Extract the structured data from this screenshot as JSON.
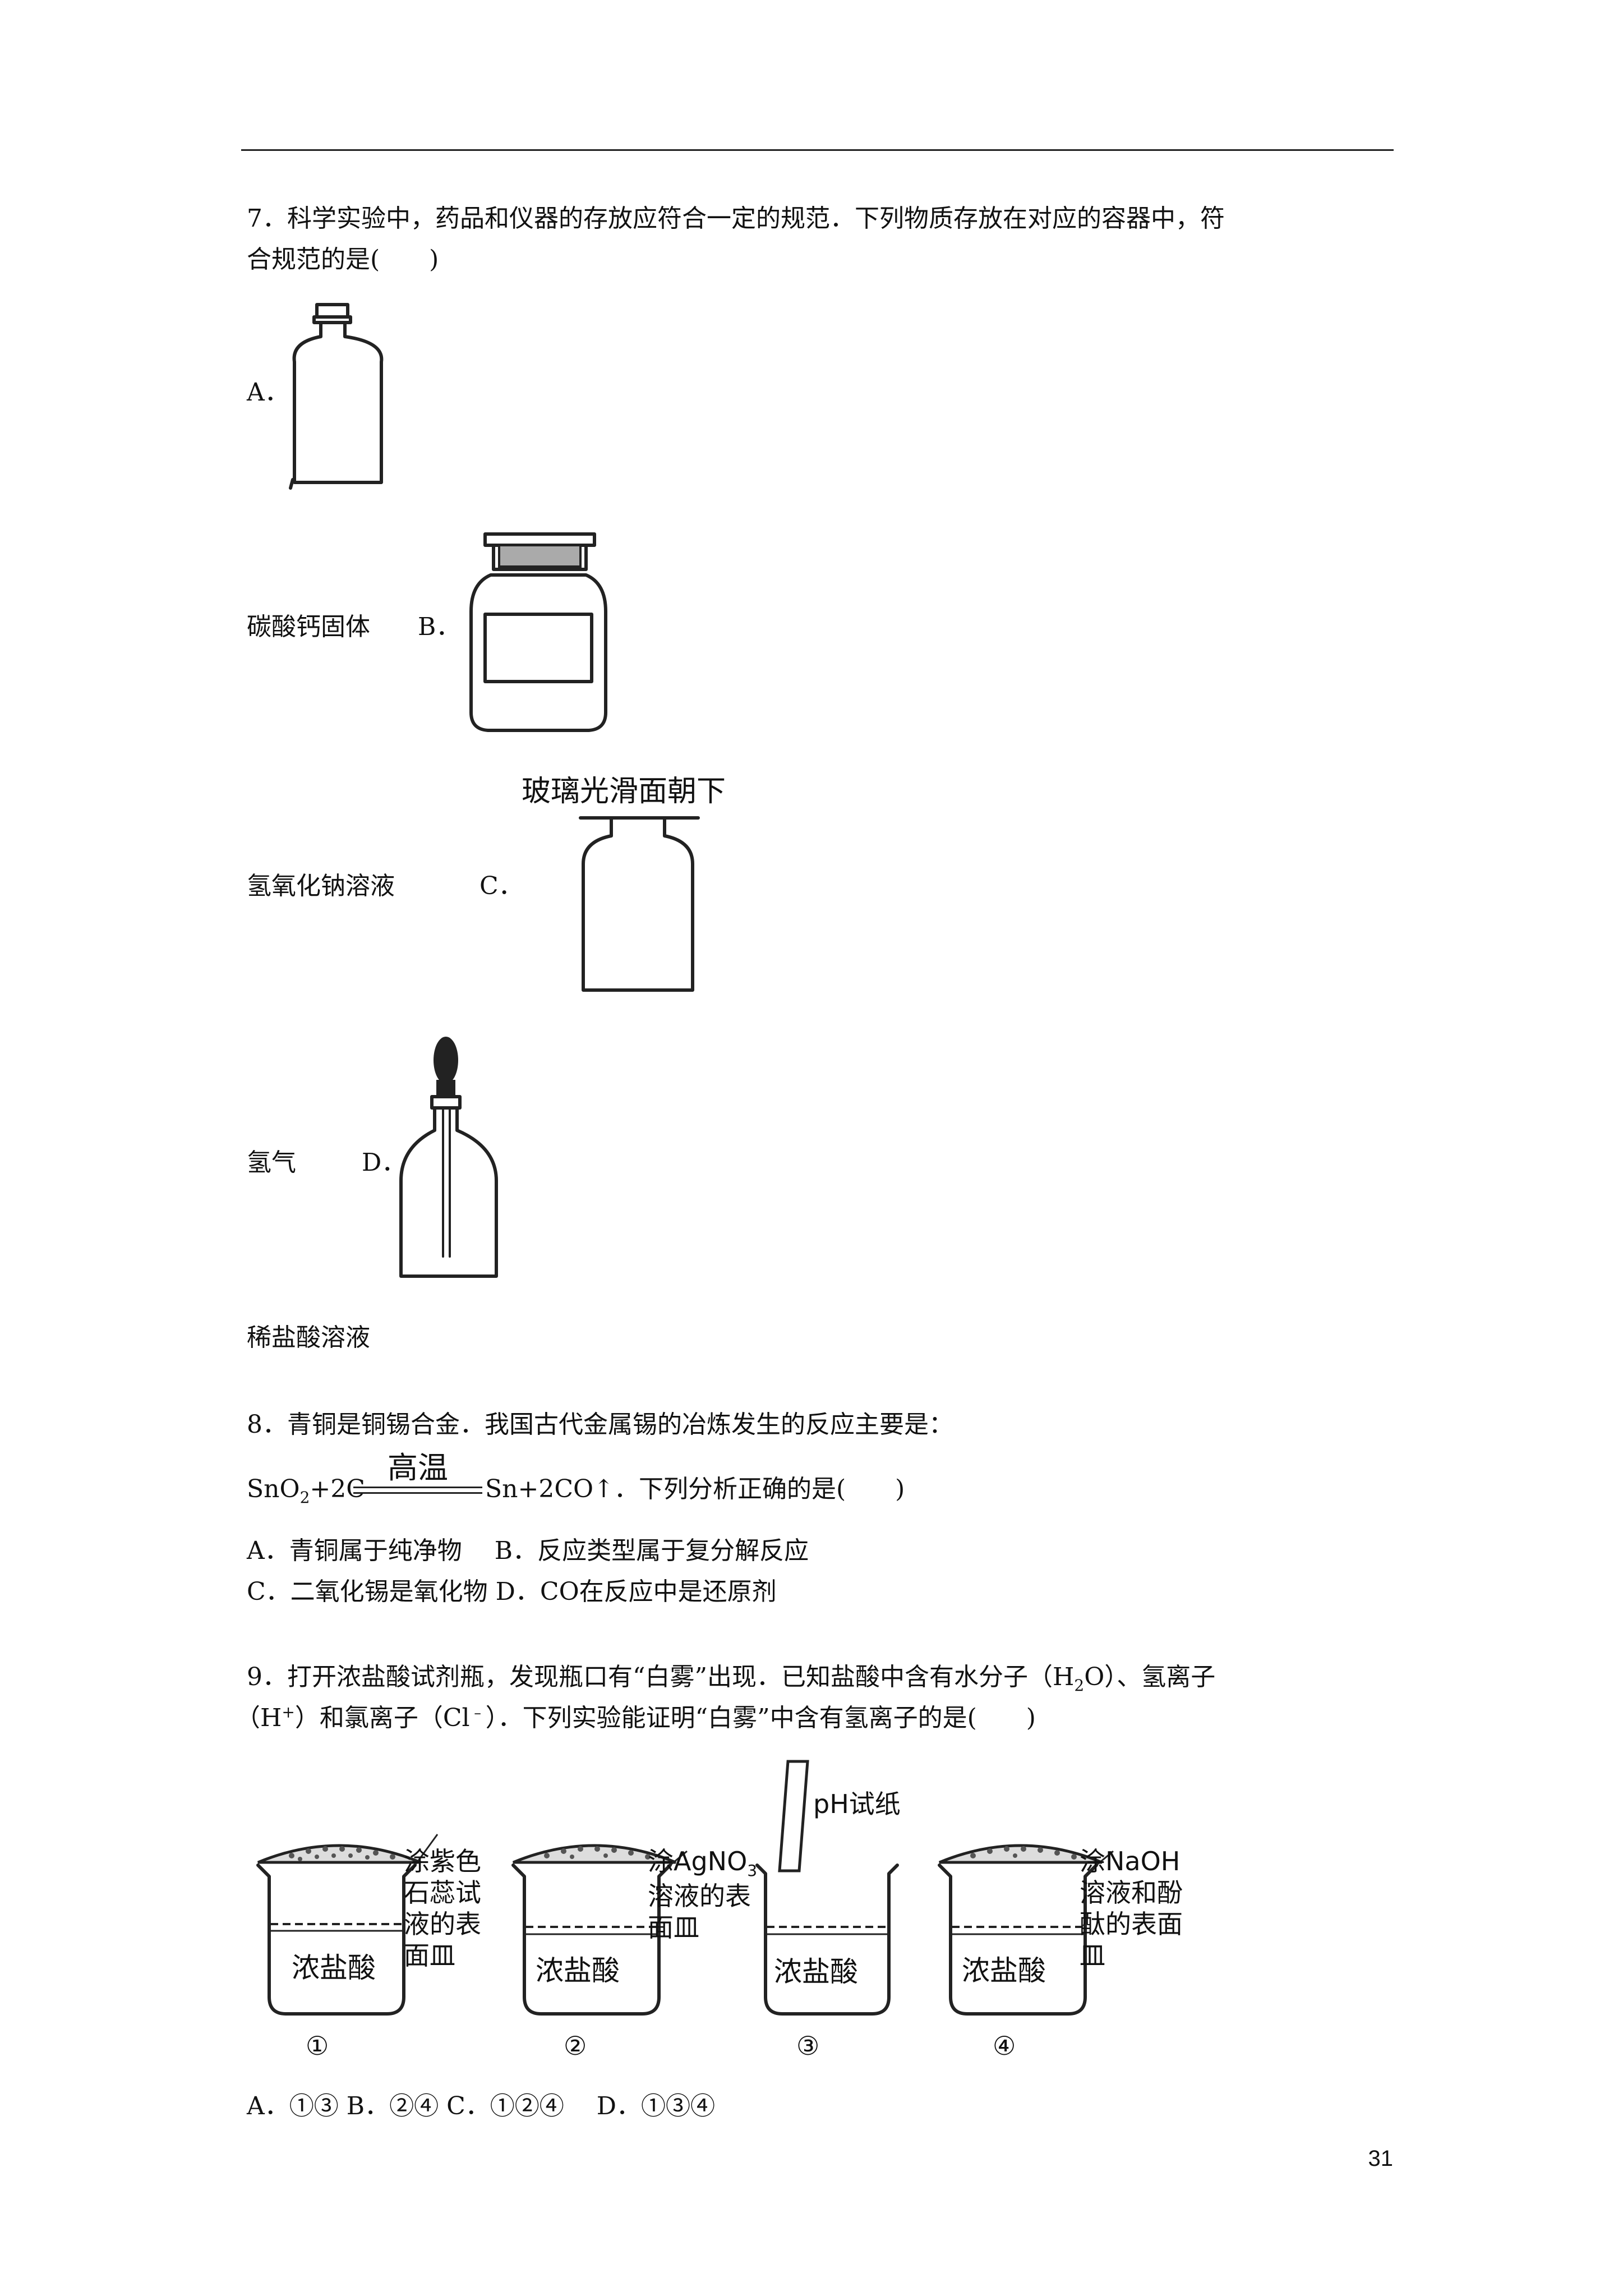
{
  "q7": {
    "line1": "7．科学实验中，药品和仪器的存放应符合一定的规范．下列物质存放在对应的容器中，符",
    "line2": "合规范的是(　　)",
    "a_letter": "A．",
    "a_caption": "碳酸钙固体",
    "b_letter": "B．",
    "b_caption": "氢氧化钠溶液",
    "c_letter": "C．",
    "c_image_label": "玻璃光滑面朝下",
    "c_caption": "氢气",
    "d_letter": "D．",
    "d_caption": "稀盐酸溶液"
  },
  "q8": {
    "line1": "8．青铜是铜锡合金．我国古代金属锡的冶炼发生的反应主要是：",
    "eq_left_main": "SnO",
    "eq_left_sub": "2",
    "eq_left_rest": "+2C",
    "eq_condition": "高温",
    "eq_right": "Sn+2CO↑．下列分析正确的是(　　)",
    "opt_ab": "A．青铜属于纯净物　 B．反应类型属于复分解反应",
    "opt_cd": "C．二氧化锡是氧化物 D．CO在反应中是还原剂"
  },
  "q9": {
    "line1_a": "9．打开浓盐酸试剂瓶，发现瓶口有“白雾”出现．已知盐酸中含有水分子（H",
    "line1_sub": "2",
    "line1_b": "O）、氢离子",
    "line2_a": "（H",
    "line2_sup": "+",
    "line2_b": "）和氯离子（Cl",
    "line2_sup2": "﹣",
    "line2_c": "）．下列实验能证明“白雾”中含有氢离子的是(　　)",
    "beaker_liquid": "浓盐酸",
    "exp1_label": [
      "涂紫色",
      "石蕊试",
      "液的表",
      "面皿"
    ],
    "exp2_label_line1_main": "涂AgNO",
    "exp2_label_line1_sub": "3",
    "exp2_label": [
      "溶液的表",
      "面皿"
    ],
    "exp3_label": "pH试纸",
    "exp4_label": [
      "涂NaOH",
      "溶液和酚",
      "酞的表面",
      "皿"
    ],
    "numbers": [
      "①",
      "②",
      "③",
      "④"
    ],
    "options": "A．①③ B．②④ C．①②④　 D．①③④"
  },
  "page_number": "31"
}
